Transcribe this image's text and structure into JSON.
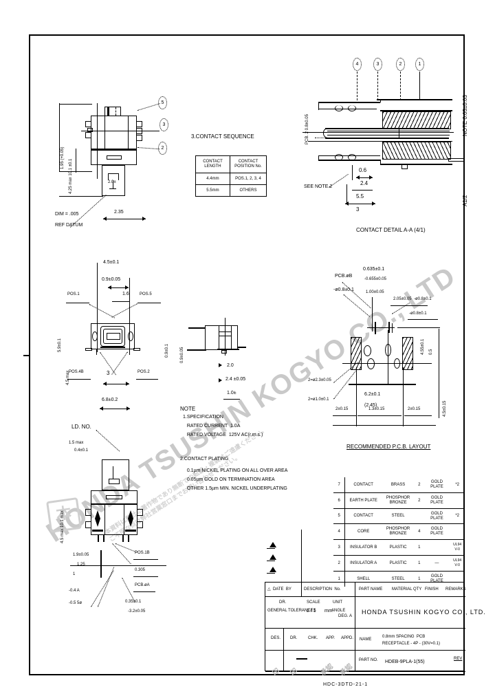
{
  "document": {
    "type": "engineering-drawing",
    "company": "HONDA TSUSHIN KOGYO CO., LTD.",
    "footer_code": "HDC-3DTD-21-1",
    "right_edge_vertical": "NOTE 0.05±0.03",
    "right_edge_vertical2": "A1/2"
  },
  "views": {
    "top_left": {
      "dim_bottom": "2.35",
      "dim_note": "DIM = .005",
      "dim_note2": "REF DATUM",
      "vert_label": "1.95 (+0.05)",
      "vert_label2": "4.25 max 10.1 ±0.1",
      "inner_label": "2.0±",
      "balloons": [
        "5",
        "3",
        "2"
      ]
    },
    "top_right": {
      "caption": "CONTACT DETAIL A-A (4/1)",
      "balloons": [
        "4",
        "3",
        "2",
        "1"
      ],
      "dims": [
        "0.6",
        "2.4",
        "5.5",
        "3"
      ],
      "note_ref": "SEE NOTE 2",
      "left_label": "PCB. 2 0.8±0.05",
      "right_label": "0.05±0.03"
    },
    "mid_left": {
      "top_dim": "4.5±0.1",
      "top_dim2": "0.9±0.05",
      "top_dim3": "1.6",
      "left_note": "POS.1",
      "right_note": "POS.5",
      "bottom_note_l": "POS.4B",
      "bottom_note_r": "POS.2",
      "bottom_dim": "3",
      "bottom_dim2": "6.8±0.2",
      "vert_left": "5.9±0.1",
      "vert_left2": "4.5 max"
    },
    "mid_center": {
      "vert_label": "0.9±0.05",
      "note1": "2.0",
      "note2": "2.4 ±0.05",
      "note3": "1.0±"
    },
    "bottom_left": {
      "title": "LD. NO.",
      "sub": "1.5 max",
      "sub2": "0.4±0.1",
      "vert_label": "4.5 max 10.1 max",
      "note_r1": "POS.1B",
      "note_r2": "0.305",
      "note_r3": "PCB.øA",
      "dim_a": "1.9±0.05",
      "dim_b": "1.25",
      "dim_c": "1",
      "bot1": "-0.4 A",
      "bot2": "-0.5 5ø",
      "bot3": "0.35±0.1",
      "bot4": "-3.2±0.05"
    },
    "pcb_layout": {
      "caption": "RECOMMENDED P.C.B. LAYOUT",
      "top_dim": "0.635±0.1",
      "top_dim2": "-0.655±0.05",
      "top_dim3": "1.00±0.05",
      "label_l": "PCB.øB",
      "label_l2": "-ø0.8±0.1",
      "label_r": "2.05±0.05  -ø0.8±0.1",
      "label_r2": "-ø0.8±0.1",
      "label_b1": "2=ø2.3±0.05",
      "label_b2": "2=ø1.0±0.1",
      "label_c1": "6.2±0.1",
      "label_c2": "(2.45)",
      "tick_l": "2±0.15",
      "tick_m": "1.3±0.15",
      "tick_r": "2±0.15",
      "right_vert": "4.55±0.1",
      "right_vert2": "0.5",
      "right_vert3": "4.5±0.15"
    }
  },
  "contact_sequence": {
    "title": "3.CONTACT SEQUENCE",
    "headers": [
      "CONTACT LENGTH",
      "CONTACT POSITION No."
    ],
    "rows": [
      [
        "4.4mm",
        "POS.1, 2, 3, 4"
      ],
      [
        "5.5mm",
        "OTHERS"
      ]
    ]
  },
  "note": {
    "title": "NOTE",
    "lines": [
      "1.SPECIFICATION",
      "   RATED CURRENT  1.0A",
      "   RATED VOLTAGE  125V AC(r.m.s.)",
      "",
      "2.CONTACT PLATING",
      "   0.1µm NICKEL PLATING ON ALL OVER AREA",
      "   0.05µm GOLD ON TERMINATION AREA",
      "   OTHER 1.5µm MIN. NICKEL UNDERPLATING"
    ]
  },
  "bom": {
    "headers": [
      "No.",
      "PART NAME",
      "MATERIAL",
      "Q'TY",
      "FINISH",
      "REMARKS"
    ],
    "rows": [
      [
        "7",
        "CONTACT",
        "BRASS",
        "2",
        "GOLD PLATE",
        "*2"
      ],
      [
        "6",
        "EARTH PLATE",
        "PHOSPHOR BRONZE",
        "2",
        "GOLD PLATE",
        ""
      ],
      [
        "5",
        "CONTACT",
        "STEEL",
        "",
        "GOLD PLATE",
        "*2"
      ],
      [
        "4",
        "CORE",
        "PHOSPHOR BRONZE",
        "4",
        "GOLD PLATE",
        ""
      ],
      [
        "3",
        "INSULATOR B",
        "PLASTIC",
        "1",
        "",
        "UL94 V-0"
      ],
      [
        "2",
        "INSULATOR A",
        "PLASTIC",
        "1",
        "—",
        "UL94 V-0"
      ],
      [
        "1",
        "SHELL",
        "STEEL",
        "1",
        "GOLD PLATE",
        ""
      ]
    ]
  },
  "title_block": {
    "header_cells": [
      "△  DATE  BY",
      "DESCRIPTION  No.",
      "PART NAME",
      "MATERIAL QTY",
      "FINISH",
      "REMARKS"
    ],
    "tolerance_label": "GENERAL TOLERANCES",
    "tolerance_cells": [
      "DR.",
      "SCALE",
      "UNIT"
    ],
    "tolerance_vals": [
      "2 / 1",
      "mm",
      "ANGLE",
      "DEG. A"
    ],
    "company": "HONDA TSUSHIN KOGYO CO., LTD.",
    "row3_cells": [
      "DES.",
      "DR.",
      "CHK.",
      "APP.",
      "APPD."
    ],
    "name_label": "NAME",
    "name_val1": "0.8mm SPACING  PCB",
    "name_val2": "RECEPTACLE - 4P - (30V=0.1)",
    "part_label": "PART NO.",
    "part_val": "HDEB-9PLA-1(55)",
    "rev_label": "REV"
  }
}
